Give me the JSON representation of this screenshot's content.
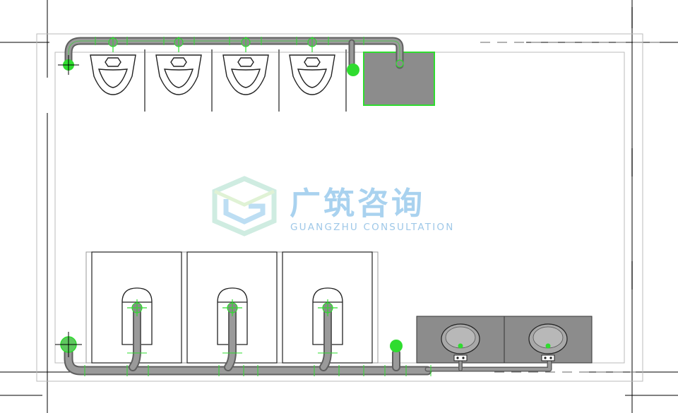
{
  "watermark": {
    "title": "广筑咨询",
    "subtitle": "GUANGZHU CONSULTATION"
  },
  "colors": {
    "pipe": "#8a8a8a",
    "pipe_dark": "#5f5f5f",
    "highlight": "#2fdc2f",
    "line": "#444444",
    "crosshair": "#000000",
    "fixture_box": "#8c8c8c",
    "watermark_text": "#a9d2ef",
    "watermark_sub": "#9fc8e8"
  },
  "fixtures": {
    "urinals": 4,
    "toilet_stalls": 3,
    "wash_basins": 2,
    "floor_drains": 2,
    "mop_sink": 1
  }
}
